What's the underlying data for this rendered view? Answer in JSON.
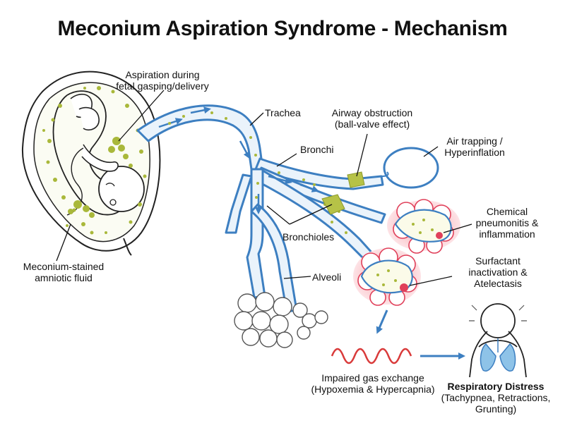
{
  "title": "Meconium Aspiration Syndrome - Mechanism",
  "labels": {
    "aspiration": [
      "Aspiration during",
      "fetal gasping/delivery"
    ],
    "trachea": "Trachea",
    "airway_obstruction": [
      "Airway obstruction",
      "(ball-valve effect)"
    ],
    "bronchi": "Bronchi",
    "air_trapping": [
      "Air trapping /",
      "Hyperinflation"
    ],
    "chemical": [
      "Chemical",
      "pneumonitis &",
      "inflammation"
    ],
    "bronchioles": "Bronchioles",
    "surfactant": [
      "Surfactant",
      "inactivation &",
      "Atelectasis"
    ],
    "alveoli": "Alveoli",
    "meconium_fluid": [
      "Meconium-stained",
      "amniotic fluid"
    ],
    "gas_exchange": [
      "Impaired gas exchange",
      "(Hypoxemia & Hypercapnia)"
    ],
    "distress": [
      "Respiratory Distress",
      "(Tachypnea, Retractions,",
      "Grunting)"
    ]
  },
  "colors": {
    "airway_blue": "#3d7fc1",
    "airway_fill": "#eaf3fb",
    "meconium": "#a9b83a",
    "inflammation": "#e0405a",
    "wave_red": "#d93a3a",
    "arrow_blue": "#3d7fc1",
    "lung_blue": "#8ec3e8"
  }
}
